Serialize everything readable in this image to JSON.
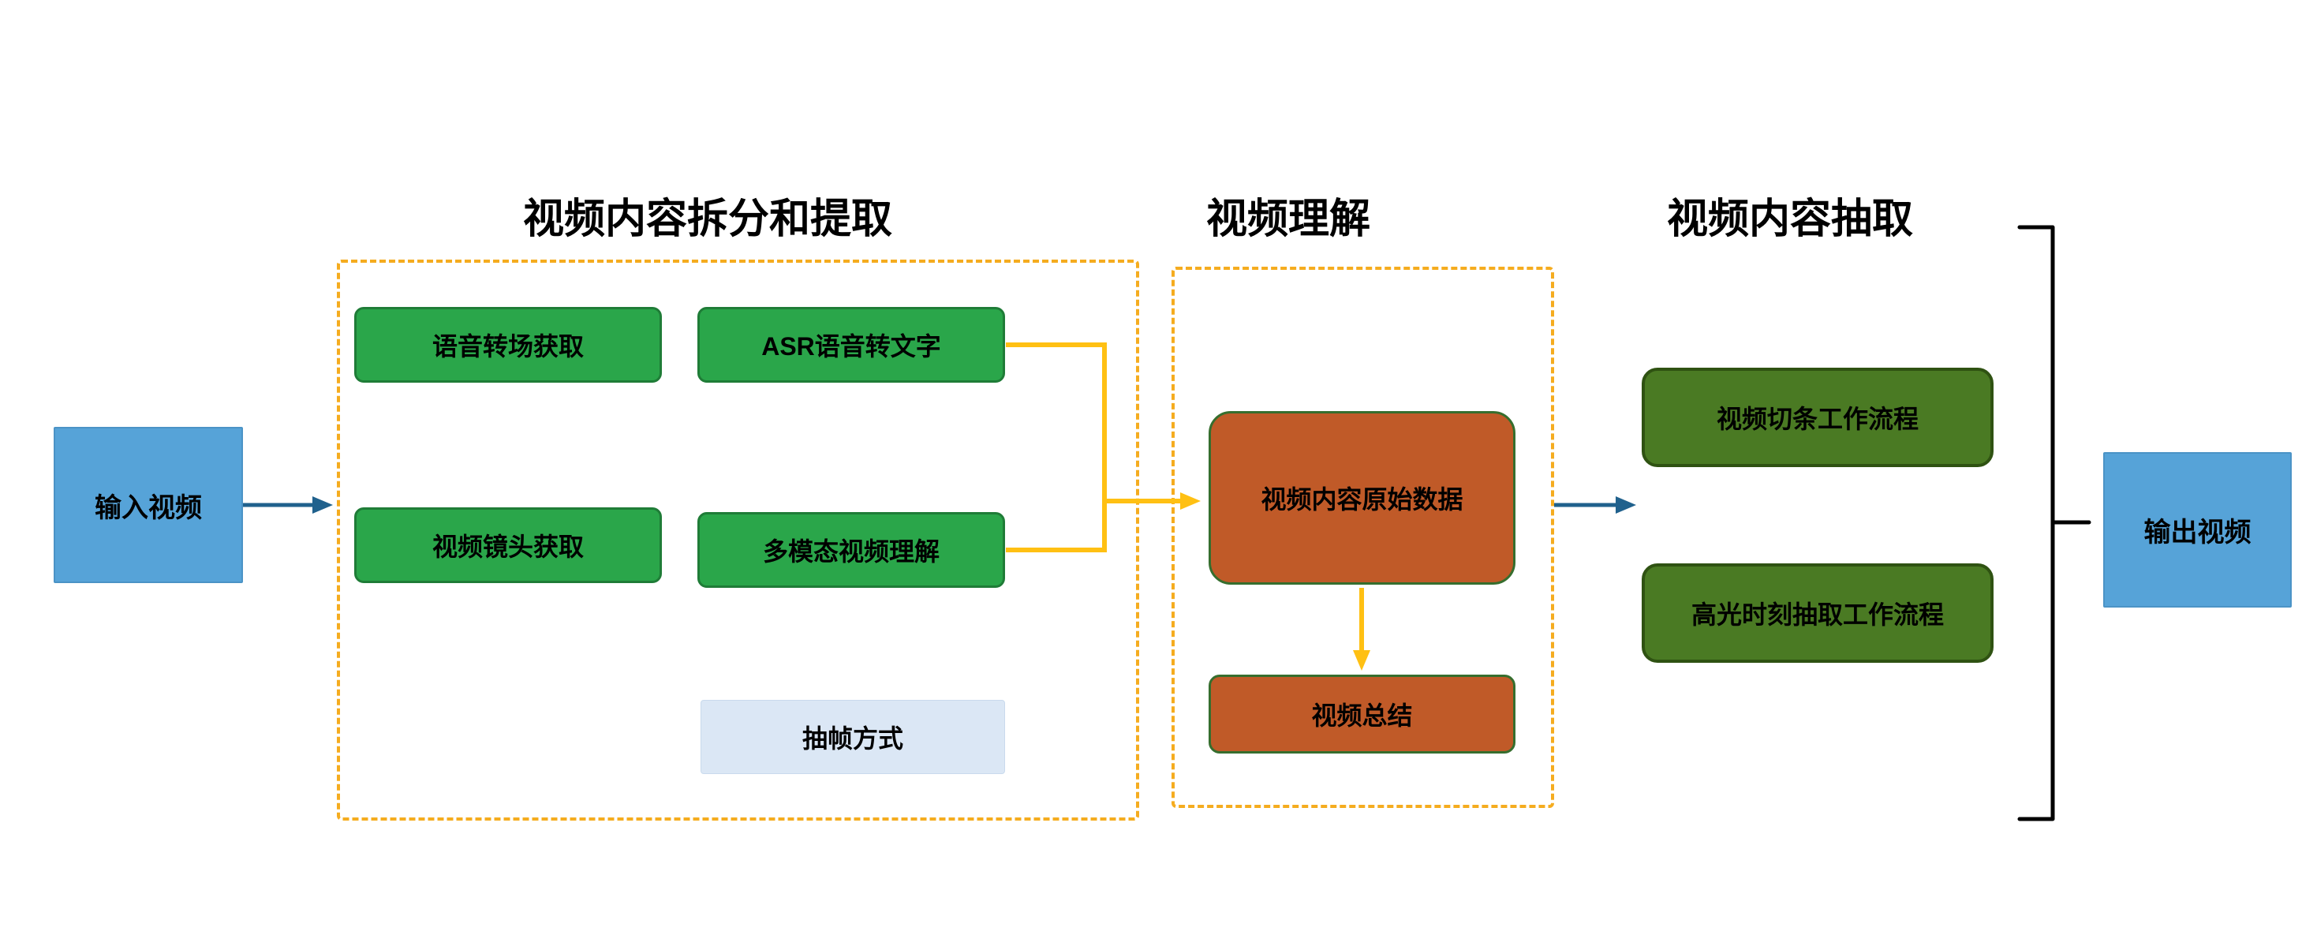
{
  "sections": [
    {
      "label": "视频内容拆分和提取"
    },
    {
      "label": "视频理解"
    },
    {
      "label": "视频内容抽取"
    }
  ],
  "nodes": {
    "input": "输入视频",
    "speech_transition": "语音转场获取",
    "asr": "ASR语音转文字",
    "video_shot": "视频镜头获取",
    "multimodal": "多模态视频理解",
    "frame_extraction": "抽帧方式",
    "raw_data": "视频内容原始数据",
    "video_summary": "视频总结",
    "clip_workflow": "视频切条工作流程",
    "highlight_workflow": "高光时刻抽取工作流程",
    "output": "输出视频"
  },
  "colors": {
    "blue_box": "#56a3d8",
    "green_box": "#2aa64a",
    "green_border": "#1f7c37",
    "dark_green_box": "#4a7a23",
    "dark_green_border": "#2f5212",
    "orange_box": "#c05a28",
    "orange_border": "#366e2e",
    "light_blue_box": "#dbe7f5",
    "dashed_border": "#f5ac1f",
    "yellow_line": "#ffc013",
    "blue_arrow": "#20618d",
    "bracket": "#000000"
  }
}
